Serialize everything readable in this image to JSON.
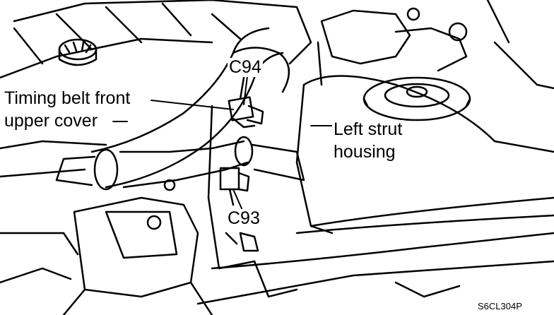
{
  "callouts": {
    "timing_belt_line1": "Timing belt front",
    "timing_belt_line2": "upper cover",
    "c94": "C94",
    "left_strut_line1": "Left strut",
    "left_strut_line2": "housing",
    "c93": "C93"
  },
  "figure_code": "S6CL304P",
  "colors": {
    "ink": "#000000",
    "paper": "#ffffff"
  }
}
